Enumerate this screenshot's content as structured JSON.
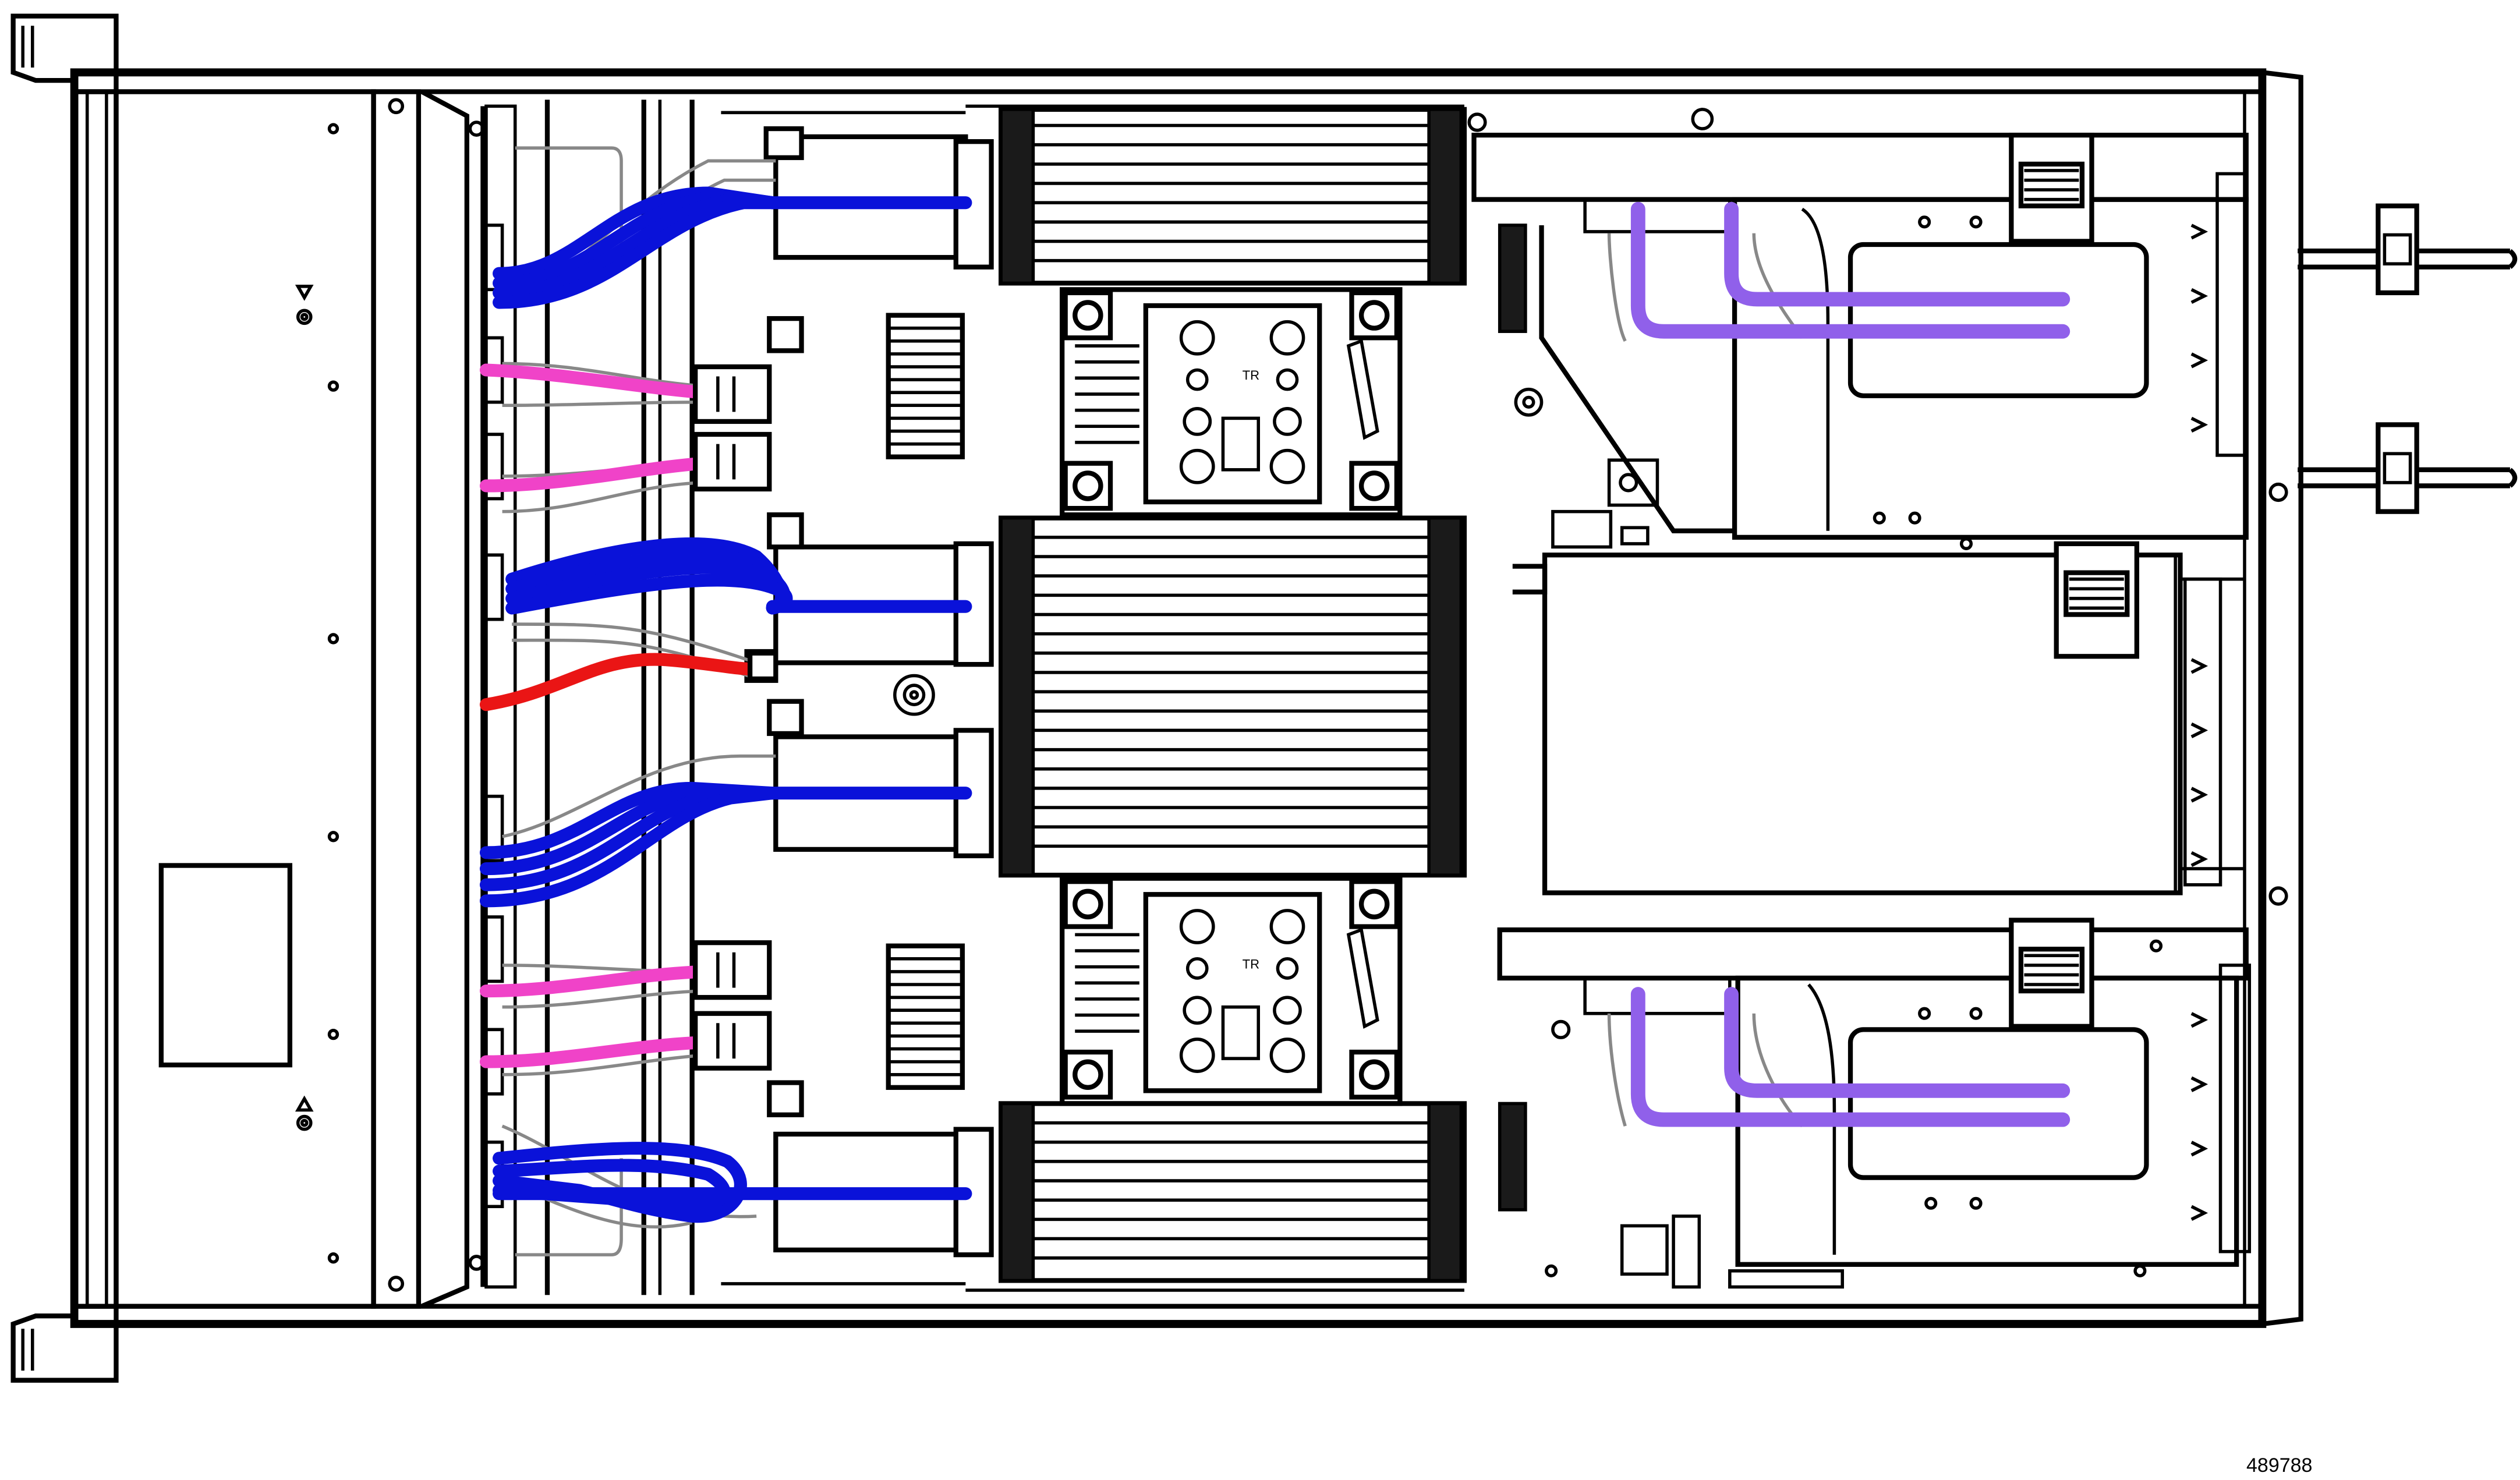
{
  "figure": {
    "id_label": "489788",
    "description_type": "server-top-view-cable-routing",
    "colors": {
      "blue_cable": "#0a12d9",
      "pink_cable": "#f043c8",
      "red_cable": "#ea1515",
      "purple_cable": "#9060ea",
      "outline": "#000000",
      "background": "#ffffff"
    },
    "callouts": {
      "label_a": "TR",
      "label_b": "TR"
    },
    "icons": [
      "triangle-up-icon",
      "triangle-down-icon",
      "screw-icon",
      "handle-icon"
    ]
  }
}
